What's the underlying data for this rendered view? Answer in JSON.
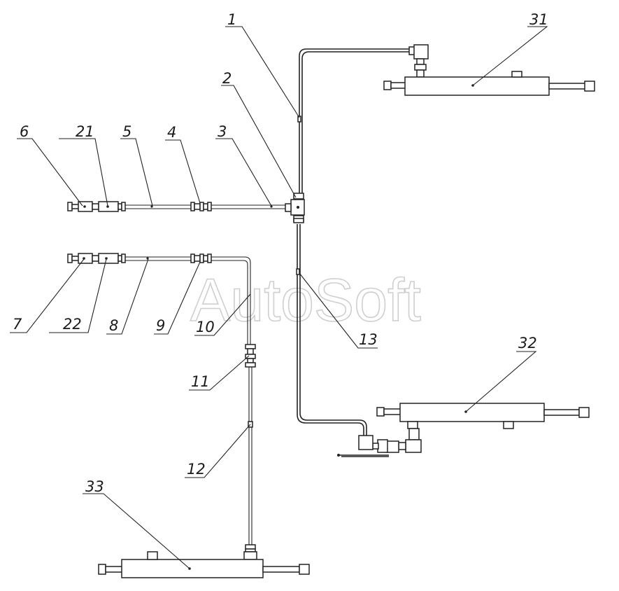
{
  "watermark": "AutoSoft",
  "labels": {
    "l1": "1",
    "l2": "2",
    "l3": "3",
    "l4": "4",
    "l5": "5",
    "l6": "6",
    "l7": "7",
    "l8": "8",
    "l9": "9",
    "l10": "10",
    "l11": "11",
    "l12": "12",
    "l13": "13",
    "l21": "21",
    "l22": "22",
    "l31": "31",
    "l32": "32",
    "l33": "33"
  }
}
